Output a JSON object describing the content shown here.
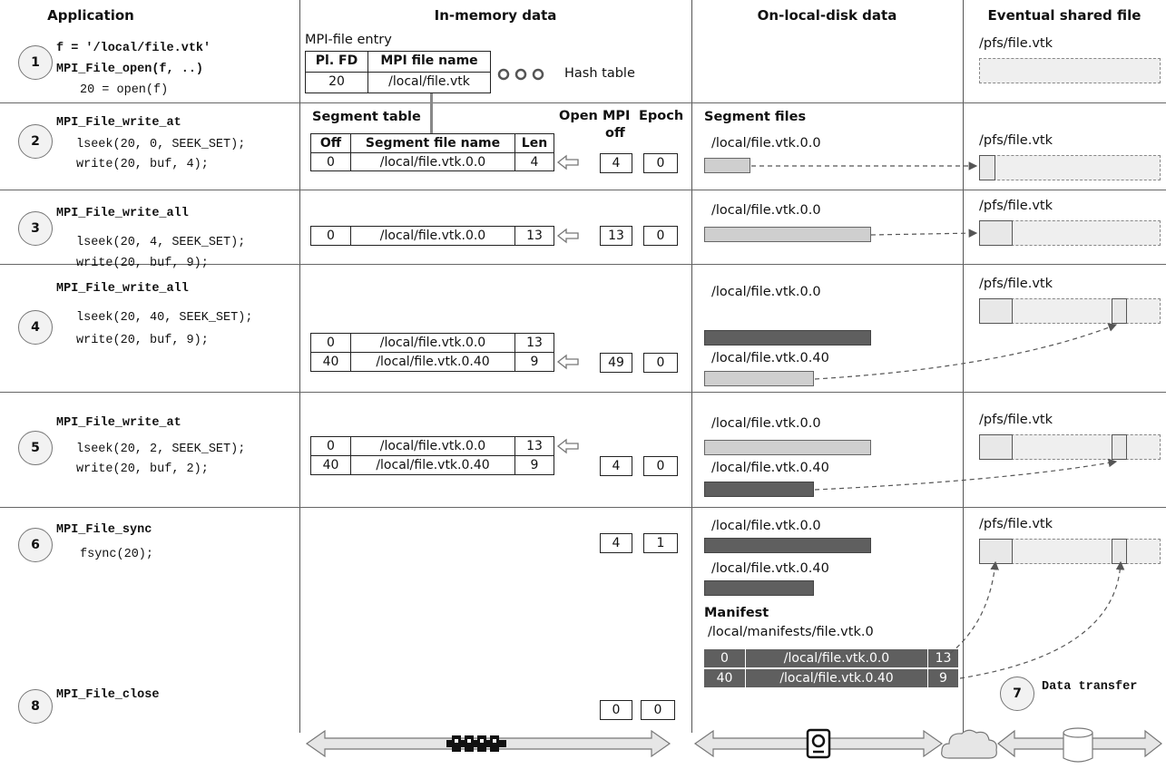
{
  "headers": {
    "application": "Application",
    "in_memory": "In-memory data",
    "on_disk": "On-local-disk data",
    "shared": "Eventual shared file"
  },
  "steps": [
    {
      "num": "1",
      "lines": [
        "f = '/local/file.vtk'",
        "MPI_File_open(f, ..)",
        "20 = open(f)"
      ]
    },
    {
      "num": "2",
      "lines": [
        "MPI_File_write_at",
        "lseek(20, 0, SEEK_SET);",
        "write(20, buf, 4);"
      ]
    },
    {
      "num": "3",
      "lines": [
        "MPI_File_write_all",
        "lseek(20, 4, SEEK_SET);",
        "write(20, buf, 9);"
      ]
    },
    {
      "num": "4",
      "lines": [
        "MPI_File_write_all",
        "lseek(20, 40, SEEK_SET);",
        "write(20, buf, 9);"
      ]
    },
    {
      "num": "5",
      "lines": [
        "MPI_File_write_at",
        "lseek(20, 2, SEEK_SET);",
        "write(20, buf, 2);"
      ]
    },
    {
      "num": "6",
      "lines": [
        "MPI_File_sync",
        "fsync(20);"
      ]
    },
    {
      "num": "8",
      "lines": [
        "MPI_File_close"
      ]
    }
  ],
  "mpi_entry": {
    "title": "MPI-file entry",
    "col_fd": "Pl. FD",
    "col_name": "MPI file name",
    "fd": "20",
    "name": "/local/file.vtk",
    "hash_label": "Hash table"
  },
  "segment_table": {
    "title": "Segment table",
    "col_off": "Off",
    "col_name": "Segment file name",
    "col_len": "Len",
    "col_open": "Open",
    "col_mpi_off_1": "MPI",
    "col_mpi_off_2": "off",
    "col_epoch": "Epoch"
  },
  "rows": {
    "r2": {
      "off": "0",
      "name": "/local/file.vtk.0.0",
      "len": "4",
      "mpi_off": "4",
      "epoch": "0"
    },
    "r3": {
      "off": "0",
      "name": "/local/file.vtk.0.0",
      "len": "13",
      "mpi_off": "13",
      "epoch": "0"
    },
    "r4a": {
      "off": "0",
      "name": "/local/file.vtk.0.0",
      "len": "13"
    },
    "r4b": {
      "off": "40",
      "name": "/local/file.vtk.0.40",
      "len": "9",
      "mpi_off": "49",
      "epoch": "0"
    },
    "r5a": {
      "off": "0",
      "name": "/local/file.vtk.0.0",
      "len": "13"
    },
    "r5b": {
      "off": "40",
      "name": "/local/file.vtk.0.40",
      "len": "9",
      "mpi_off": "4",
      "epoch": "0"
    },
    "r6": {
      "mpi_off": "4",
      "epoch": "1"
    },
    "r8": {
      "mpi_off": "0",
      "epoch": "0"
    }
  },
  "disk": {
    "segment_files": "Segment files",
    "seg0": "/local/file.vtk.0.0",
    "seg40": "/local/file.vtk.0.40",
    "manifest": "Manifest",
    "manifest_path": "/local/manifests/file.vtk.0",
    "manifest_rows": [
      {
        "off": "0",
        "name": "/local/file.vtk.0.0",
        "len": "13"
      },
      {
        "off": "40",
        "name": "/local/file.vtk.0.40",
        "len": "9"
      }
    ]
  },
  "shared": {
    "pfs_path": "/pfs/file.vtk",
    "step7_num": "7",
    "data_transfer": "Data transfer"
  },
  "icons": [
    "memory-chip-icon",
    "disk-drive-icon",
    "cloud-icon",
    "storage-cylinder-icon",
    "left-arrow-icon"
  ]
}
